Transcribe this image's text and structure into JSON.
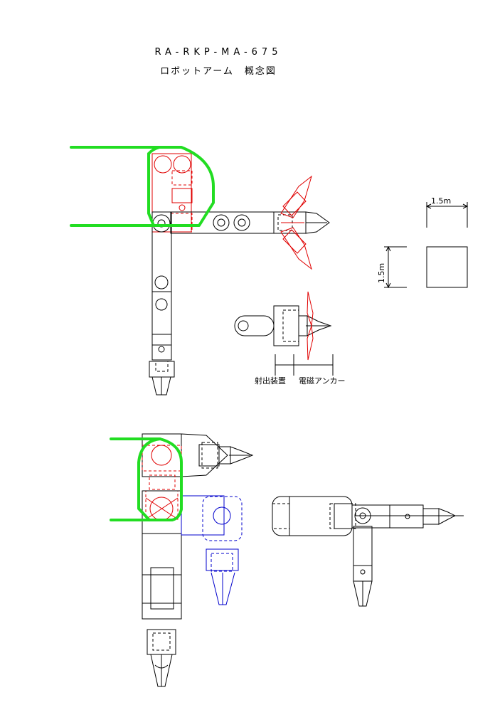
{
  "title": {
    "code": "RA-RKP-MA-675",
    "name": "ロボットアーム　概念図"
  },
  "dimensions": {
    "width_label": "1.5m",
    "height_label": "1.5m"
  },
  "labels": {
    "launcher": "射出装置",
    "anchor": "電磁アンカー"
  },
  "colors": {
    "outline": "#000000",
    "alt_position": "#e00000",
    "folded_position": "#0000cc",
    "envelope": "#22dd22"
  }
}
